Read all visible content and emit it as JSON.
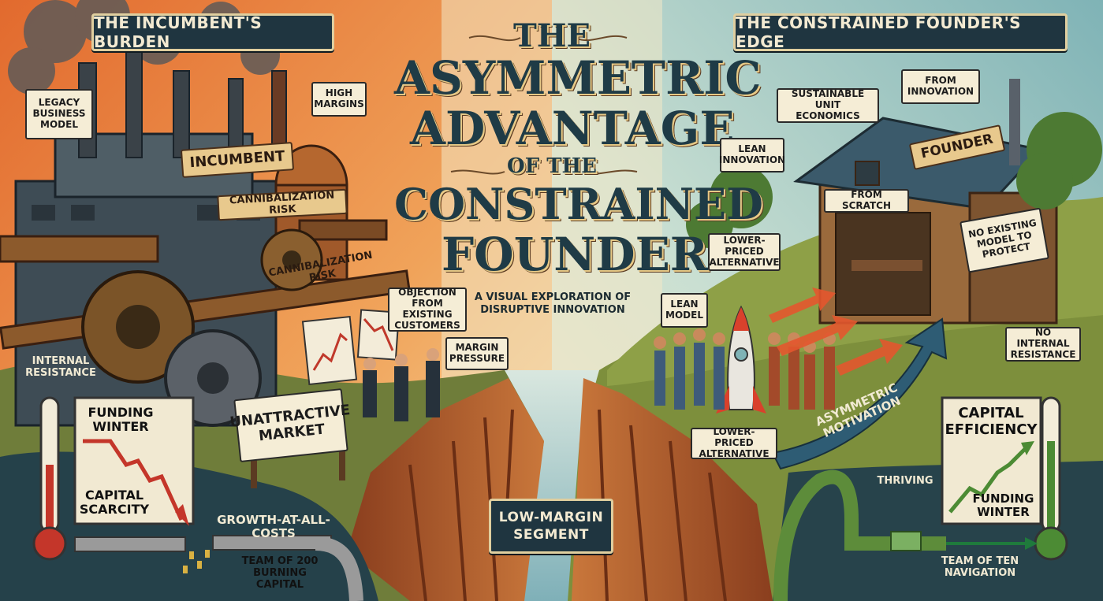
{
  "left_banner": "THE INCUMBENT'S BURDEN",
  "right_banner": "THE CONSTRAINED FOUNDER'S EDGE",
  "title": {
    "line1": "THE",
    "line2": "ASYMMETRIC",
    "line3": "ADVANTAGE",
    "line4": "OF THE",
    "line5": "CONSTRAINED",
    "line6": "FOUNDER"
  },
  "subtitle": {
    "line1": "A VISUAL EXPLORATION OF",
    "line2": "DISRUPTIVE INNOVATION"
  },
  "left_labels": {
    "legacy": "LEGACY BUSINESS MODEL",
    "high_margins": "HIGH MARGINS",
    "incumbent": "INCUMBENT",
    "cannibal1": "CANNIBALIZATION RISK",
    "cannibal2": "CANNIBALIZATION RISK",
    "objection": "OBJECTION FROM EXISTING CUSTOMERS",
    "margin_pressure": "MARGIN PRESSURE",
    "internal_resistance": "INTERNAL RESISTANCE",
    "unattractive": "UNATTRACTIVE MARKET",
    "funding_winter": "FUNDING WINTER",
    "capital_scarcity": "CAPITAL SCARCITY",
    "growth": "GROWTH-AT-ALL-COSTS",
    "team200": "TEAM OF 200 BURNING CAPITAL"
  },
  "center_label": "LOW-MARGIN SEGMENT",
  "right_labels": {
    "from_innovation": "FROM INNOVATION",
    "sustainable": "SUSTAINABLE UNIT ECONOMICS",
    "lean_innovation": "LEAN INNOVATION",
    "founder": "FOUNDER",
    "from_scratch": "FROM SCRATCH",
    "lower_priced_top": "LOWER-PRICED ALTERNATIVE",
    "no_existing": "NO EXISTING MODEL TO PROTECT",
    "lean_model": "LEAN MODEL",
    "no_internal": "NO INTERNAL RESISTANCE",
    "lower_priced_bottom": "LOWER-PRICED ALTERNATIVE",
    "asymmetric": "ASYMMETRIC MOTIVATION",
    "capital_efficiency": "CAPITAL EFFICIENCY",
    "thriving": "THRIVING",
    "funding_winter": "FUNDING WINTER",
    "team_ten": "TEAM OF TEN NAVIGATION"
  },
  "colors": {
    "left_sky": "#e07a3c",
    "right_sky": "#a9ccc9",
    "ground_left": "#6f7d3a",
    "ground_right": "#7d8f3c",
    "cliff": "#b85f2e",
    "banner_bg": "#1f3540",
    "label_bg": "#f5edd6",
    "accent_red": "#d9412c",
    "accent_green": "#4c8b34"
  }
}
